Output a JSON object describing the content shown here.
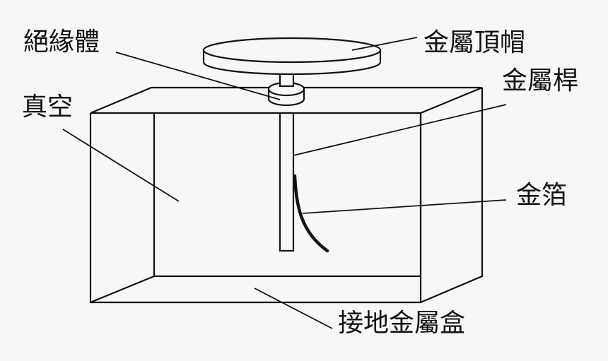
{
  "diagram": {
    "subject": "Gold-leaf electroscope in grounded metal box",
    "labels": {
      "insulator": "絕緣體",
      "metal_cap": "金屬頂帽",
      "metal_rod": "金屬桿",
      "vacuum": "真空",
      "gold_foil": "金箔",
      "grounded_box": "接地金屬盒"
    },
    "colors": {
      "background": "#f7f7f7",
      "stroke": "#111111"
    }
  }
}
